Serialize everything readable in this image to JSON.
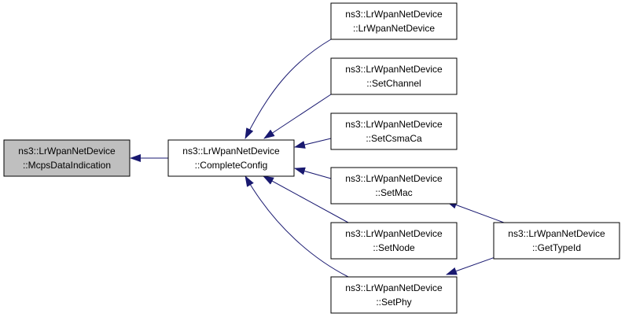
{
  "colors": {
    "edge": "#191970",
    "node_border": "#000000",
    "node_fill": "#ffffff",
    "highlight_fill": "#bfbfbf"
  },
  "nodes": {
    "mcps": {
      "line1": "ns3::LrWpanNetDevice",
      "line2": "::McpsDataIndication",
      "highlighted": true
    },
    "complete": {
      "line1": "ns3::LrWpanNetDevice",
      "line2": "::CompleteConfig"
    },
    "ctor": {
      "line1": "ns3::LrWpanNetDevice",
      "line2": "::LrWpanNetDevice"
    },
    "setchannel": {
      "line1": "ns3::LrWpanNetDevice",
      "line2": "::SetChannel"
    },
    "setcsma": {
      "line1": "ns3::LrWpanNetDevice",
      "line2": "::SetCsmaCa"
    },
    "setmac": {
      "line1": "ns3::LrWpanNetDevice",
      "line2": "::SetMac"
    },
    "setnode": {
      "line1": "ns3::LrWpanNetDevice",
      "line2": "::SetNode"
    },
    "setphy": {
      "line1": "ns3::LrWpanNetDevice",
      "line2": "::SetPhy"
    },
    "gettypeid": {
      "line1": "ns3::LrWpanNetDevice",
      "line2": "::GetTypeId"
    }
  },
  "edges": [
    {
      "from": "complete",
      "to": "mcps"
    },
    {
      "from": "ctor",
      "to": "complete"
    },
    {
      "from": "setchannel",
      "to": "complete"
    },
    {
      "from": "setcsma",
      "to": "complete"
    },
    {
      "from": "setmac",
      "to": "complete"
    },
    {
      "from": "setnode",
      "to": "complete"
    },
    {
      "from": "setphy",
      "to": "complete"
    },
    {
      "from": "gettypeid",
      "to": "setmac"
    },
    {
      "from": "gettypeid",
      "to": "setphy"
    }
  ]
}
